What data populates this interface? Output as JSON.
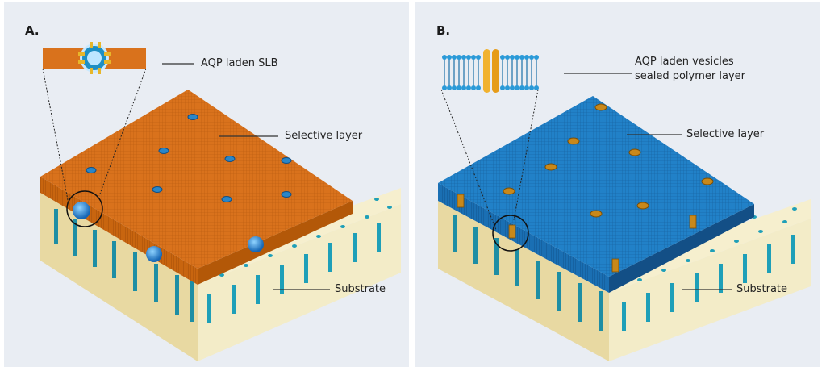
{
  "panel_a": {
    "letter": "A.",
    "callout_label": "AQP laden SLB",
    "selective_label": "Selective layer",
    "substrate_label": "Substrate"
  },
  "panel_b": {
    "letter": "B.",
    "callout_label_line1": "AQP laden vesicles",
    "callout_label_line2": "sealed polymer layer",
    "selective_label": "Selective layer",
    "substrate_label": "Substrate"
  },
  "colors": {
    "panel_background": "#e9edf3",
    "orange_layer": "#d9721c",
    "blue_layer": "#1f78c0",
    "substrate": "#f6efc9",
    "pore": "#1f9fb7",
    "aquaporin": "#c8881a"
  }
}
